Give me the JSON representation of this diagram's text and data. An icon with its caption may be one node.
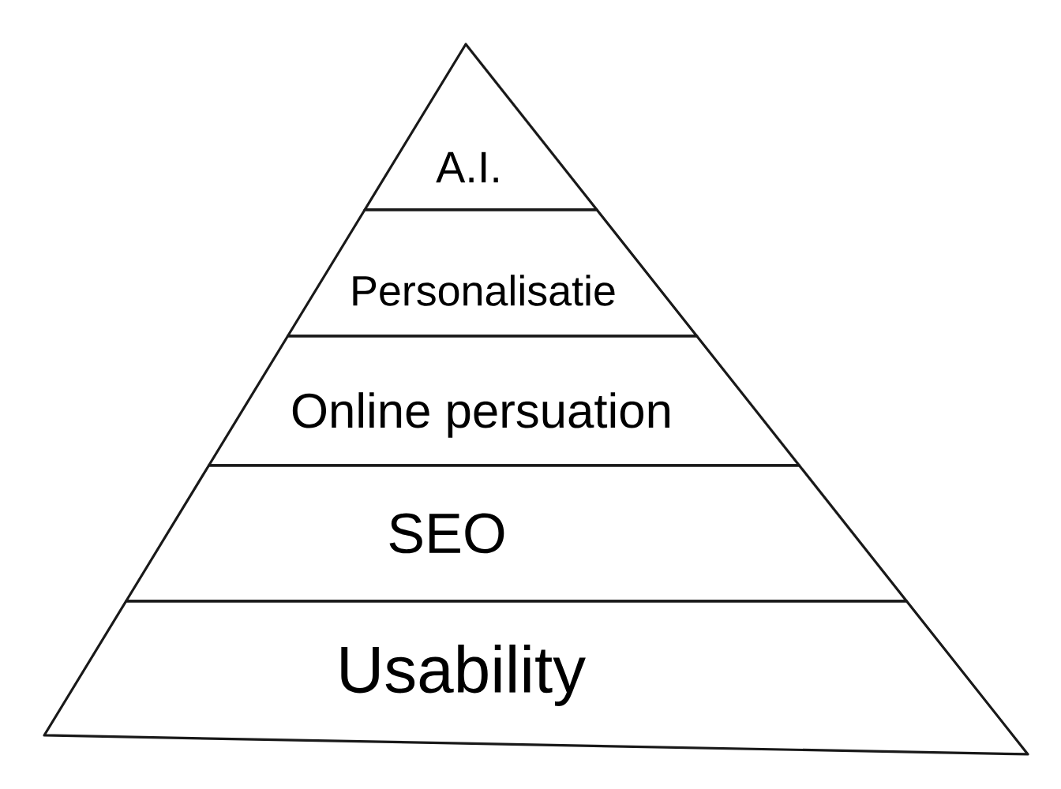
{
  "diagram": {
    "nodes": [
      {
        "text": [
          "A.I."
        ]
      },
      {
        "text": [
          "Personalisatie"
        ]
      },
      {
        "text": [
          "Online persuation"
        ]
      },
      {
        "text": [
          "SEO"
        ]
      },
      {
        "text": [
          "Usability"
        ]
      }
    ]
  }
}
